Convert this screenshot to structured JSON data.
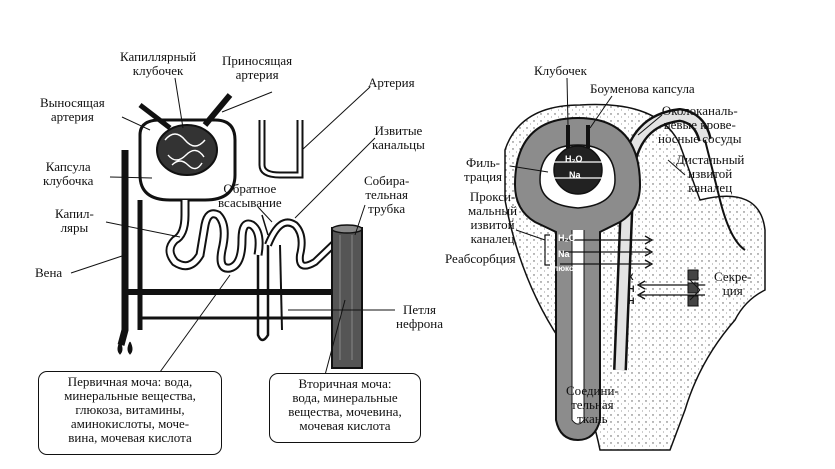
{
  "left_panel": {
    "labels": {
      "capillary_glomerulus": "Капиллярный\nклубочек",
      "afferent_artery": "Приносящая\nартерия",
      "efferent_artery": "Выносящая\nартерия",
      "artery": "Артерия",
      "convoluted_tubules": "Извитые\nканальцы",
      "capsule": "Капсула\nклубочка",
      "reabsorption": "Обратное\nвсасывание",
      "capillaries": "Капил-\nляры",
      "collecting_duct": "Собира-\nтельная\nтрубка",
      "vein": "Вена",
      "loop": "Петля\nнефрона"
    },
    "primary_urine": "Первичная моча: вода,\nминеральные вещества,\nглюкоза, витамины,\nаминокислоты, моче-\nвина, мочевая кислота",
    "secondary_urine": "Вторичная моча:\nвода, минеральные\nвещества, мочевина,\nмочевая кислота"
  },
  "right_panel": {
    "labels": {
      "glomerulus": "Клубочек",
      "bowman": "Боуменова капсула",
      "peritubular": "Околоканаль-\nцевые крове-\nносные сосуды",
      "filtration": "Филь-\nтрация",
      "distal": "Дистальный\nизвитой\nканалец",
      "proximal": "Прокси-\nмальный\nизвитой\nканалец",
      "reabsorption": "Реабсорбция",
      "secretion": "Секре-\nция",
      "connective": "Соедини-\nтельная\nткань"
    },
    "chem": {
      "h2o_top": "H₂O",
      "na_top": "Na",
      "h2o_mid": "H₂O",
      "na_mid": "Na",
      "glucose": "глюкоза",
      "k": "К",
      "h": "Н",
      "nh": "Н"
    }
  },
  "colors": {
    "ink": "#111111",
    "tissue": "#d9d9d9",
    "shade": "#8c8c8c"
  }
}
